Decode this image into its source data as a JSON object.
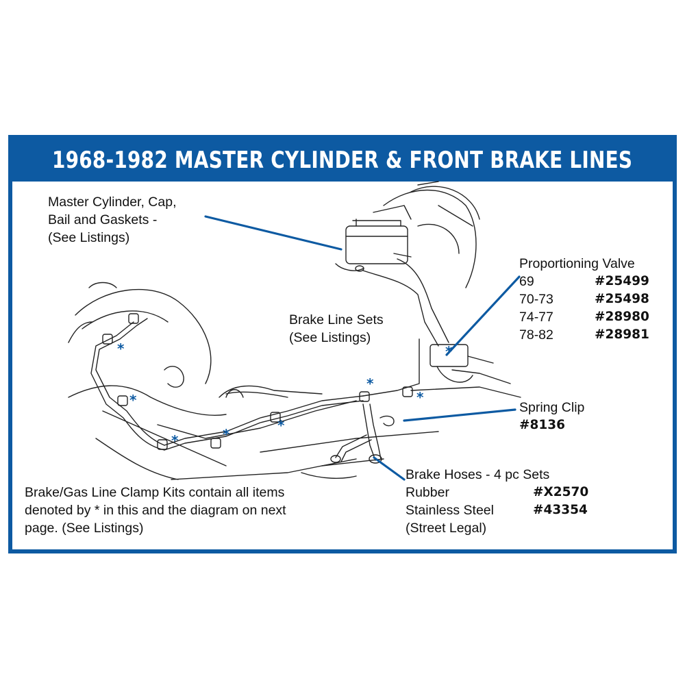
{
  "title": "1968-1982 MASTER CYLINDER & FRONT BRAKE LINES",
  "accent_color": "#0d5aa2",
  "master_cylinder": {
    "line1": "Master Cylinder, Cap,",
    "line2": "Bail and Gaskets -",
    "line3": "(See Listings)"
  },
  "brake_line_sets": {
    "line1": "Brake Line Sets",
    "line2": "(See Listings)"
  },
  "proportioning_valve": {
    "heading": "Proportioning Valve",
    "rows": [
      {
        "years": "69",
        "part": "#25499"
      },
      {
        "years": "70-73",
        "part": "#25498"
      },
      {
        "years": "74-77",
        "part": "#28980"
      },
      {
        "years": "78-82",
        "part": "#28981"
      }
    ]
  },
  "spring_clip": {
    "heading": "Spring Clip",
    "part": "#8136"
  },
  "brake_hoses": {
    "heading": "Brake Hoses - 4 pc Sets",
    "rows": [
      {
        "type": "Rubber",
        "part": "#X2570"
      },
      {
        "type": "Stainless Steel",
        "part": "#43354"
      }
    ],
    "note": "(Street Legal)"
  },
  "clamp_kits": {
    "line1": "Brake/Gas Line Clamp Kits contain all items",
    "line2": "denoted by * in this and the diagram on next",
    "line3": "page.  (See Listings)"
  },
  "asterisk": "*"
}
